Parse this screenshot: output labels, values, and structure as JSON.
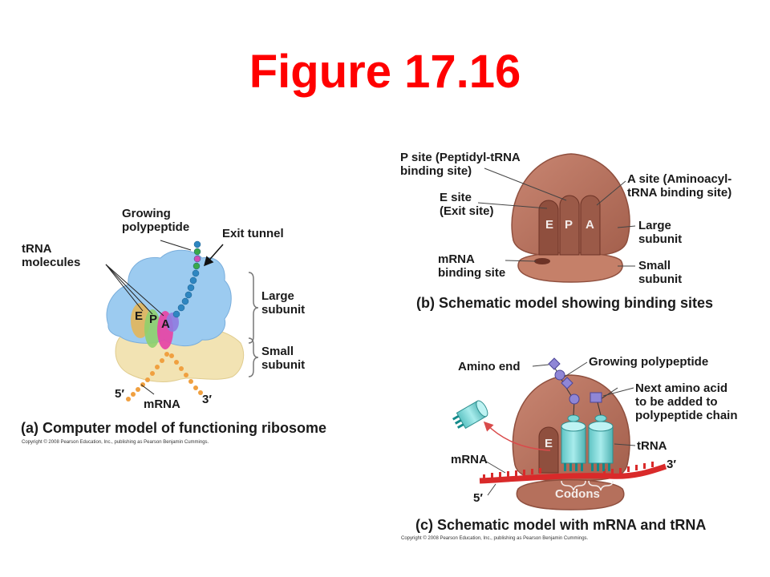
{
  "title": "Figure 17.16",
  "panel_a": {
    "growing_polypeptide": [
      "Growing",
      "polypeptide"
    ],
    "exit_tunnel": "Exit tunnel",
    "trna_molecules": [
      "tRNA",
      "molecules"
    ],
    "large_subunit": [
      "Large",
      "subunit"
    ],
    "small_subunit": [
      "Small",
      "subunit"
    ],
    "site_e": "E",
    "site_p": "P",
    "site_a": "A",
    "five_prime": "5′",
    "mrna": "mRNA",
    "three_prime": "3′",
    "caption": "(a) Computer model of functioning ribosome",
    "copyright": "Copyright © 2008 Pearson Education, Inc., publishing as Pearson Benjamin Cummings."
  },
  "panel_b": {
    "p_site": [
      "P site (Peptidyl-tRNA",
      "binding site)"
    ],
    "e_site": [
      "E site",
      "(Exit site)"
    ],
    "a_site": [
      "A site (Aminoacyl-",
      "tRNA binding site)"
    ],
    "large_subunit": [
      "Large",
      "subunit"
    ],
    "mrna_binding": [
      "mRNA",
      "binding site"
    ],
    "small_subunit": [
      "Small",
      "subunit"
    ],
    "site_e": "E",
    "site_p": "P",
    "site_a": "A",
    "caption": "(b) Schematic model showing binding sites"
  },
  "panel_c": {
    "amino_end": "Amino end",
    "growing_polypeptide": "Growing polypeptide",
    "next_amino_acid": [
      "Next amino acid",
      "to be added to",
      "polypeptide chain"
    ],
    "trna": "tRNA",
    "mrna": "mRNA",
    "site_e": "E",
    "three_prime": "3′",
    "five_prime": "5′",
    "codons": "Codons",
    "caption": "(c) Schematic model with mRNA and tRNA",
    "copyright": "Copyright © 2008 Pearson Education, Inc., publishing as Pearson Benjamin Cummings."
  },
  "colors": {
    "title": "#ff0000",
    "ribosome": "#b5705c",
    "ribosome_dark": "#8f4f3e",
    "large_subunit_model": "#9ccbf0",
    "small_subunit_model": "#f2e3b3",
    "trna": "#7fd9d9",
    "mrna": "#d92a2a",
    "amino_acid": "#8f86d6"
  }
}
